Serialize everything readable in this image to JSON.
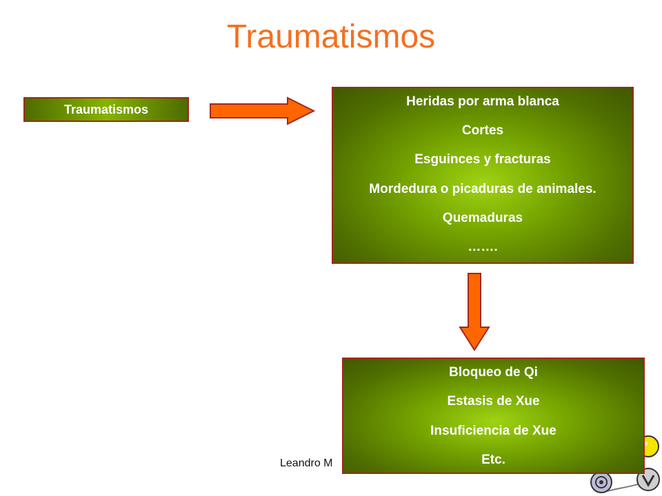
{
  "slide": {
    "title": "Traumatismos"
  },
  "diagram": {
    "source_label": "Traumatismos",
    "causes": [
      "Heridas por arma blanca",
      "Cortes",
      "Esguinces y fracturas",
      "Mordedura o picaduras de animales.",
      "Quemaduras",
      "……."
    ],
    "effects": [
      "Bloqueo de Qi",
      "Estasis de Xue",
      "Insuficiencia de Xue",
      "Etc."
    ]
  },
  "footer": {
    "author_fragment": "Leandro M"
  },
  "colors": {
    "title": "#f37021",
    "arrow_fill": "#ff6600",
    "arrow_stroke": "#a0281c",
    "box_border": "#a0281c",
    "box_green": "#77a600"
  },
  "icons": {
    "horizontal_arrow": "right-arrow-icon",
    "vertical_arrow": "down-arrow-icon",
    "corner_decoration": "molecule-icon"
  }
}
